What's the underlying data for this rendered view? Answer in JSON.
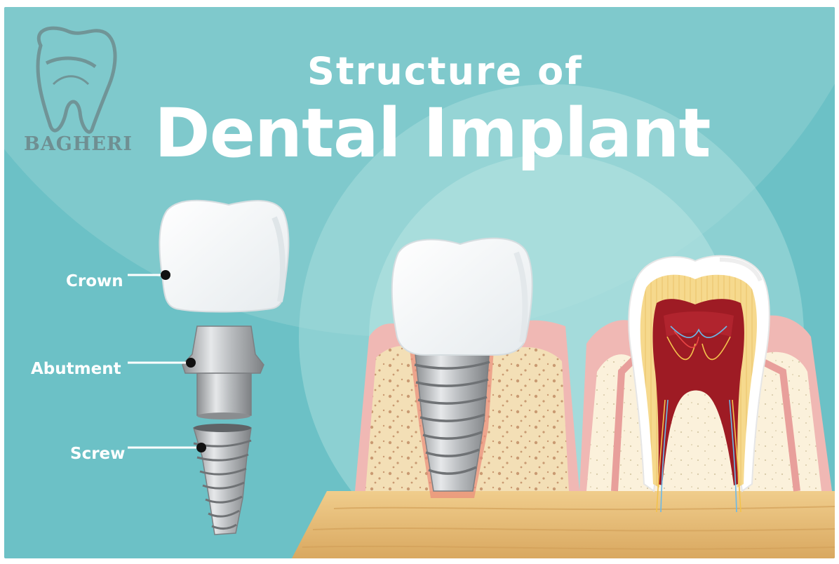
{
  "title": {
    "line1": "Structure of",
    "line2": "Dental Implant"
  },
  "logo": {
    "name": "BAGHERI"
  },
  "labels": {
    "crown": "Crown",
    "abutment": "Abutment",
    "screw": "Screw"
  },
  "colors": {
    "background": "#79c7cb",
    "bone": "#f2dfb8",
    "gum": "#f0b8b4",
    "crown": "#ffffff",
    "metal": "#a7aaad",
    "pulp": "#9e1b24",
    "table": "#e8c17c"
  },
  "icons": [
    "tooth-logo-icon",
    "crown-icon",
    "abutment-icon",
    "screw-icon",
    "implant-icon",
    "natural-tooth-icon"
  ]
}
